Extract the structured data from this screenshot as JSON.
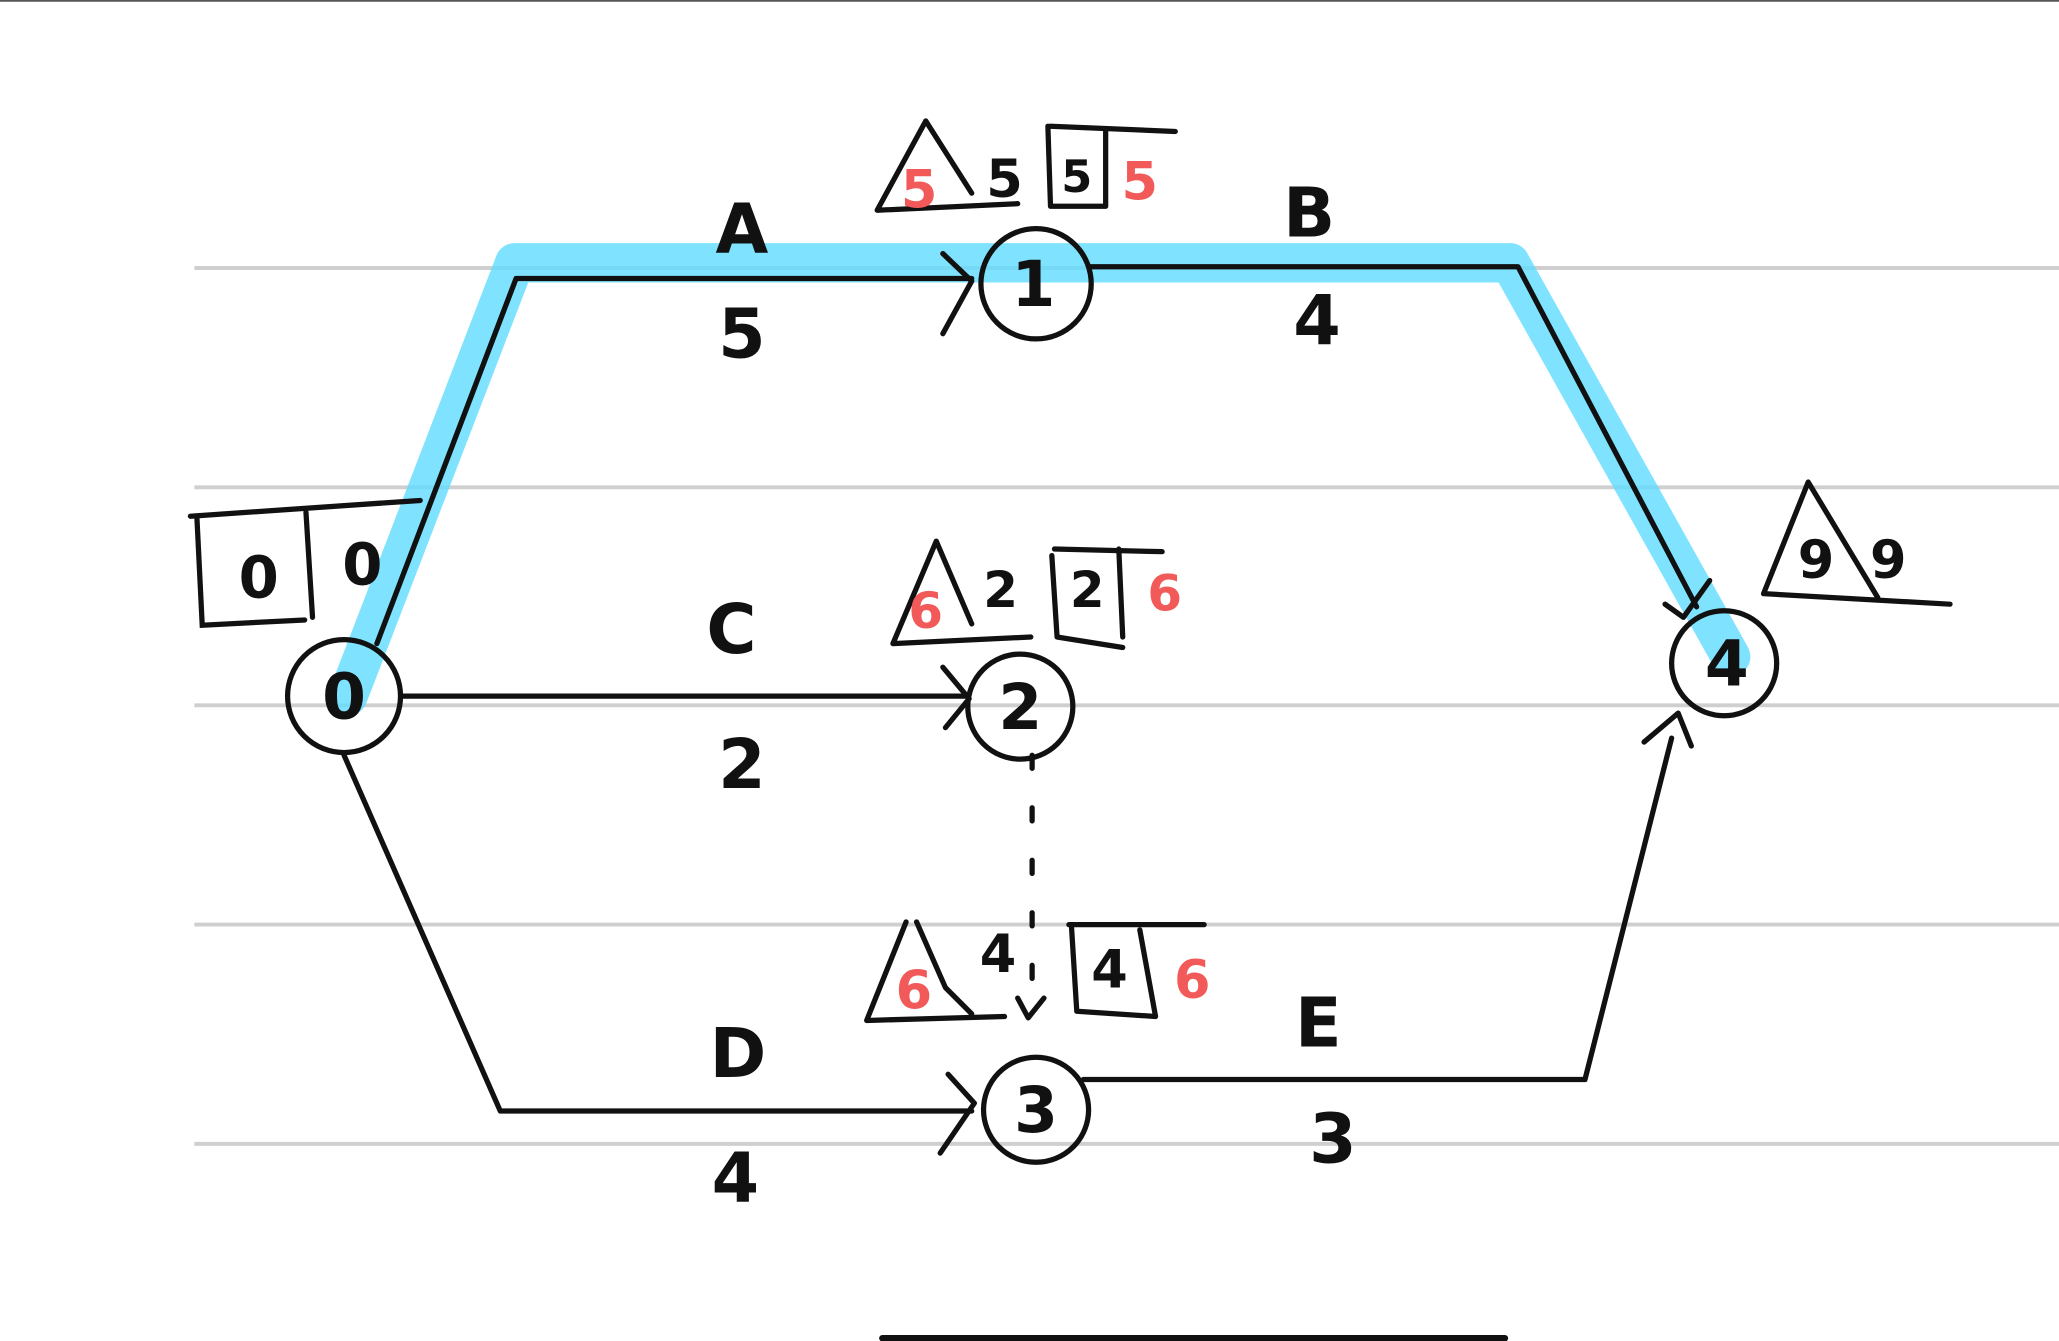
{
  "colors": {
    "ink": "#111111",
    "highlight": "#5fdcff",
    "annotation": "#f25a5a",
    "ruled_line": "#cfcfcf"
  },
  "nodes": [
    {
      "id": "0",
      "top_left": "0",
      "top_right": "0"
    },
    {
      "id": "1",
      "early": "5",
      "early_alt": "5",
      "late_box": "5",
      "red_early": "5",
      "red_late": "5"
    },
    {
      "id": "2",
      "early": "2",
      "late_box": "2",
      "red_early": "6",
      "red_late": "6"
    },
    {
      "id": "3",
      "early": "4",
      "late_box": "4",
      "red_early": "6",
      "red_late": "6"
    },
    {
      "id": "4",
      "early": "9",
      "late": "9"
    }
  ],
  "activities": [
    {
      "name": "A",
      "duration": "5"
    },
    {
      "name": "B",
      "duration": "4"
    },
    {
      "name": "C",
      "duration": "2"
    },
    {
      "name": "D",
      "duration": "4"
    },
    {
      "name": "E",
      "duration": "3"
    }
  ],
  "critical_path": [
    "0",
    "1",
    "4"
  ]
}
